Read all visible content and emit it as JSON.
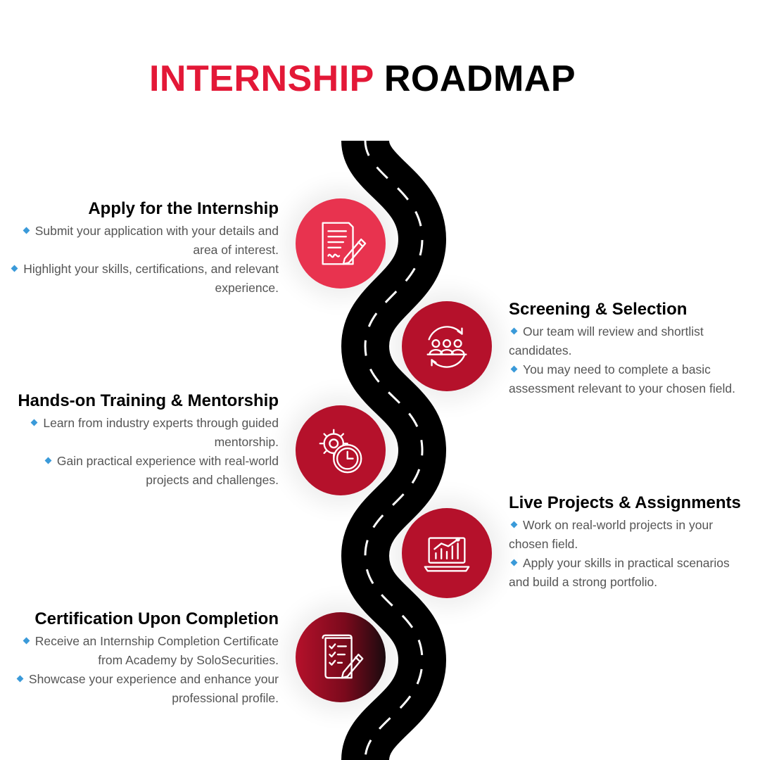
{
  "title": {
    "part1": "INTERNSHIP",
    "part2": "ROADMAP"
  },
  "colors": {
    "accent": "#e31837",
    "bullet": "#3a9ad9",
    "road": "#000000",
    "step1": "#e8334f",
    "step2": "#b5112b",
    "step3": "#b5112b",
    "step4": "#b5112b",
    "step5_from": "#b5112b",
    "step5_to": "#1a0a0e"
  },
  "steps": [
    {
      "heading": "Apply for the Internship",
      "icon": "application-form-icon",
      "bullets": [
        "Submit your application with your details and area of interest.",
        "Highlight your skills, certifications, and relevant experience."
      ]
    },
    {
      "heading": "Screening & Selection",
      "icon": "team-review-icon",
      "bullets": [
        "Our team will review and shortlist candidates.",
        "You may need to complete a basic assessment relevant to your chosen field."
      ]
    },
    {
      "heading": "Hands-on Training & Mentorship",
      "icon": "gear-clock-icon",
      "bullets": [
        "Learn from industry experts through guided mentorship.",
        "Gain practical experience with real-world projects and challenges."
      ]
    },
    {
      "heading": "Live Projects & Assignments",
      "icon": "laptop-chart-icon",
      "bullets": [
        "Work on real-world projects in your chosen field.",
        "Apply your skills in practical scenarios and build a strong portfolio."
      ]
    },
    {
      "heading": "Certification Upon Completion",
      "icon": "certificate-checklist-icon",
      "bullets": [
        "Receive an Internship Completion Certificate from Academy by SoloSecurities.",
        "Showcase your experience and enhance your professional profile."
      ]
    }
  ]
}
